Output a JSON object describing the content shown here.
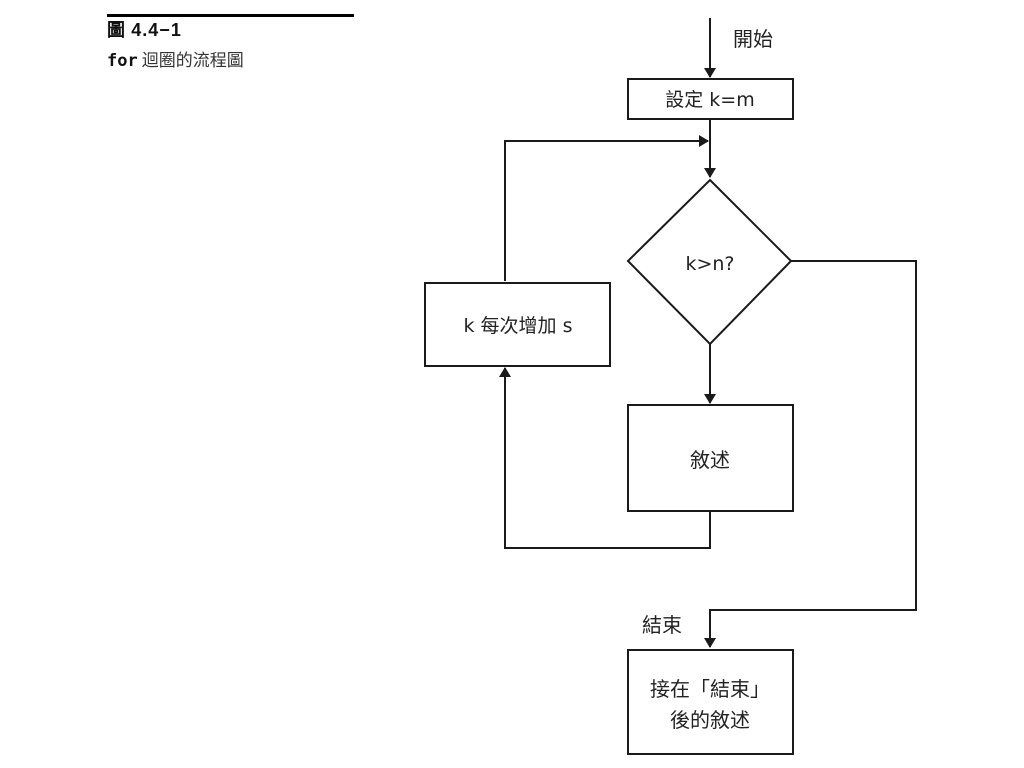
{
  "caption": {
    "figure_prefix": "圖",
    "figure_number": "4.4−1",
    "keyword": "for",
    "title": "迴圈的流程圖"
  },
  "flowchart": {
    "start_label": "開始",
    "init_box": "設定 k=m",
    "condition": "k>n?",
    "increment_box": "k 每次增加 s",
    "body_box": "敘述",
    "end_label": "結束",
    "after_box_line1": "接在「結束」",
    "after_box_line2": "後的敘述"
  }
}
